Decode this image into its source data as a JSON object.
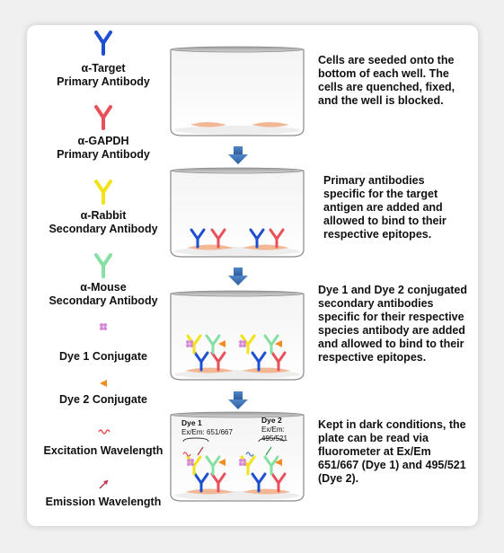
{
  "legend": {
    "target_primary": "α-Target\nPrimary Antibody",
    "gapdh_primary": "α-GAPDH\nPrimary Antibody",
    "rabbit_secondary": "α-Rabbit\nSecondary Antibody",
    "mouse_secondary": "α-Mouse\nSecondary Antibody",
    "dye1": "Dye 1 Conjugate",
    "dye2": "Dye 2 Conjugate",
    "excitation": "Excitation Wavelength",
    "emission": "Emission Wavelength"
  },
  "steps": {
    "step1": "Cells are seeded onto the bottom of each well. The cells are quenched, fixed, and the well is blocked.",
    "step2": "Primary antibodies specific for the target antigen are added and allowed to bind to their respective epitopes.",
    "step3": "Dye 1 and Dye 2 conjugated secondary antibodies specific for their respective species antibody are added and allowed to bind to their respective epitopes.",
    "step4": "Kept in dark conditions, the plate can be read via fluorometer at Ex/Em 651/667 (Dye 1) and 495/521 (Dye 2)."
  },
  "panel4": {
    "dye1_title": "Dye 1",
    "dye1_exem": "Ex/Em: 651/667",
    "dye2_title": "Dye 2",
    "dye2_exem_label": "Ex/Em:",
    "dye2_exem_value": "495/521"
  },
  "colors": {
    "target": "#1f4fd1",
    "gapdh": "#e8505a",
    "rabbit": "#f2e21a",
    "mouse": "#86e0a4",
    "dye1": "#d68ad6",
    "dye2": "#f28c1e",
    "arrow": "#3a6db5",
    "cells": "#f2b896"
  }
}
